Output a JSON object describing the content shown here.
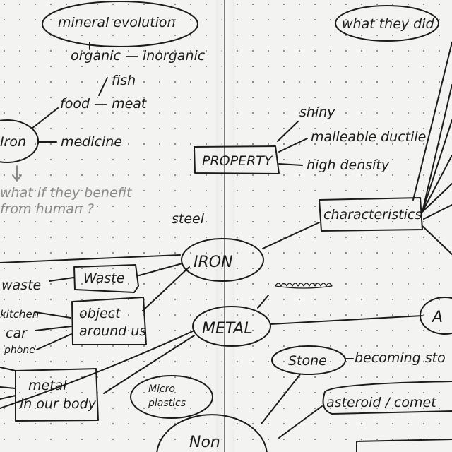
{
  "nodes": {
    "mineral_evolution": "mineral evolution",
    "organic_inorganic": "organic — inorganic",
    "fish": "fish",
    "food_meat": "food — meat",
    "iron_left": "Iron",
    "medicine": "medicine",
    "question_line1": "what if they benefit",
    "question_line2": "from human ?",
    "property": "PROPERTY",
    "shiny": "shiny",
    "malleable": "malleable ductile",
    "high_density": "high density",
    "steel": "steel",
    "iron": "IRON",
    "characteristics": "characteristics",
    "what_they_did": "what they did",
    "waste_box": "Waste",
    "waste": "waste",
    "object_line1": "object",
    "object_line2": "around us",
    "kitchen": "kitchen",
    "car": "car",
    "phone": "phone",
    "metal": "METAL",
    "a_node": "A",
    "metal_body_line1": "metal",
    "metal_body_line2": "in our body",
    "micro_line1": "Micro",
    "micro_line2": "plastics",
    "stone": "Stone",
    "becoming": "becoming sto",
    "asteroid": "asteroid / comet",
    "non": "Non"
  },
  "colors": {
    "ink": "#1b1b1b",
    "pencil": "#8a8a8a",
    "paper": "#f3f3f1"
  }
}
